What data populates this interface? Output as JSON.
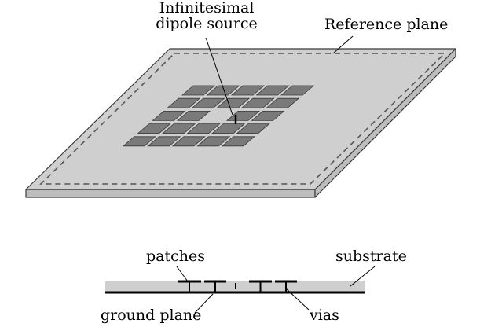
{
  "labels": {
    "source_line1": "Infinitesimal",
    "source_line2": "dipole source",
    "reference_plane": "Reference plane",
    "patches": "patches",
    "substrate": "substrate",
    "ground_plane": "ground plane",
    "vias": "vias"
  },
  "colors": {
    "substrate_top": "#cfcfcf",
    "substrate_side": "#bdbdbd",
    "patch_fill": "#7a7a7a",
    "outline": "#3a3a3a",
    "reference_plane_dash": "#555555",
    "ground_plane": "#000000"
  },
  "array": {
    "rows": 5,
    "cols": 5,
    "removed_center": true
  }
}
